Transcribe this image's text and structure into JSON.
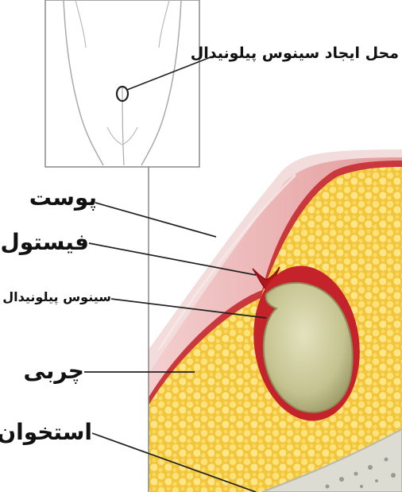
{
  "diagram": {
    "labels": {
      "location": "محل ایجاد سینوس پیلونیدال",
      "skin": "پوست",
      "fistula": "فیستول",
      "sinus": "سینوس پیلونیدال",
      "fat": "چربی",
      "bone": "استخوان"
    },
    "colors": {
      "skin_pink": "#e8a7a8",
      "tissue_red": "#c0202a",
      "fat_yellow": "#f6d24f",
      "cyst_green": "#c8c79a",
      "bone_gray": "#d9d9cf"
    }
  }
}
